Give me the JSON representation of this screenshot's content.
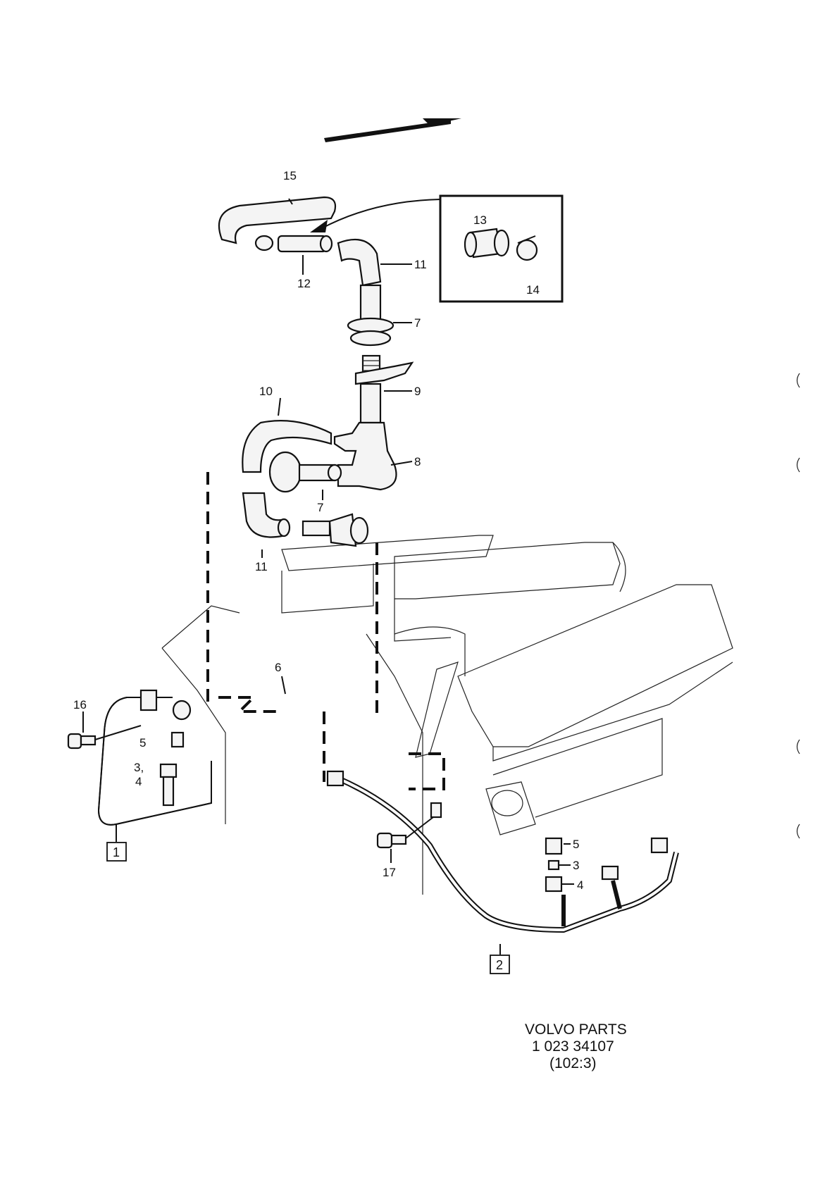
{
  "callouts": {
    "c1": "1",
    "c2": "2",
    "c3a": "3",
    "c4a": "4",
    "c34": "3,",
    "c4b": "4",
    "c5a": "5",
    "c5b": "5",
    "c6": "6",
    "c7a": "7",
    "c7b": "7",
    "c8": "8",
    "c9": "9",
    "c10": "10",
    "c11a": "11",
    "c11b": "11",
    "c12": "12",
    "c13": "13",
    "c14": "14",
    "c15": "15",
    "c16": "16",
    "c17": "17"
  },
  "footer": {
    "line1": "VOLVO  PARTS",
    "line2": "1 023   34107",
    "line3": "(102:3)"
  },
  "colors": {
    "ink": "#111111",
    "paper": "#ffffff"
  }
}
